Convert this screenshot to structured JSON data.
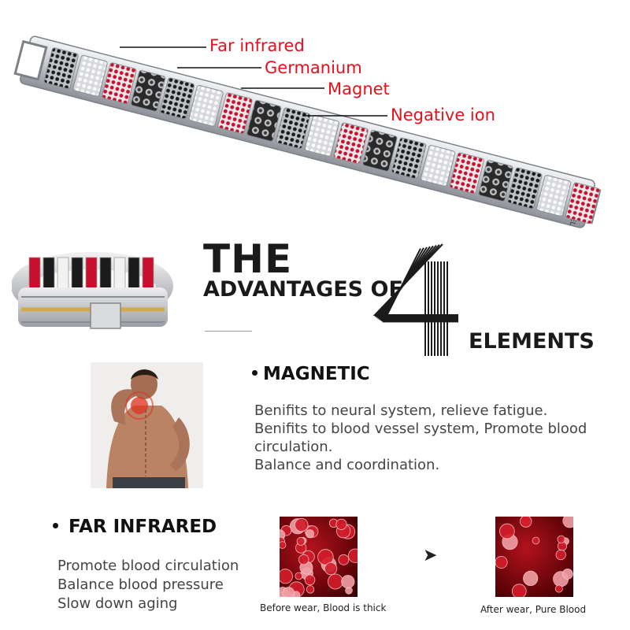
{
  "callouts": {
    "far_infrared": "Far infrared",
    "germanium": "Germanium",
    "magnet": "Magnet",
    "negative_ion": "Negative ion"
  },
  "clasp_engraving": "USWEL",
  "title": {
    "the": "THE",
    "advantages_of": "ADVANTAGES OF",
    "number": "4",
    "elements": "ELEMENTS"
  },
  "magnetic": {
    "heading": "MAGNETIC",
    "lines": [
      "Benifits to neural system, relieve fatigue.",
      "Benifits to blood vessel system, Promote blood",
      "circulation.",
      "Balance and coordination."
    ]
  },
  "far_infrared": {
    "heading": "FAR INFRARED",
    "lines": [
      "Promote blood circulation",
      "Balance blood pressure",
      "Slow down aging"
    ],
    "before_caption": "Before wear, Blood is thick",
    "after_caption": "After wear, Pure Blood",
    "arrow_icon": "arrow-right-icon"
  },
  "colors": {
    "callout_red": "#e8101a",
    "stone_red": "#c8102e",
    "stone_black": "#1b1b1b",
    "stone_white": "#f2f2f2",
    "steel": "#c9cbcf",
    "gold": "#d4a94a"
  }
}
